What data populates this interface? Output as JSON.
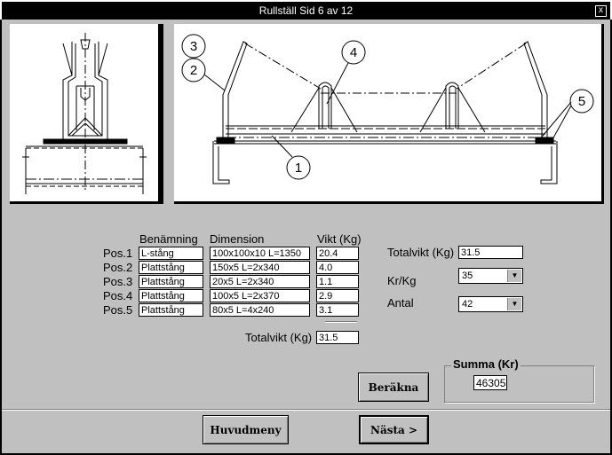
{
  "window": {
    "title": "Rullställ  Sid 6 av 12",
    "close_glyph": "x"
  },
  "headers": {
    "benamning": "Benämning",
    "dimension": "Dimension",
    "vikt": "Vikt (Kg)"
  },
  "rows": [
    {
      "pos": "Pos.1",
      "benamning": "L-stång",
      "dimension": "100x100x10 L=1350",
      "vikt": "20.4"
    },
    {
      "pos": "Pos.2",
      "benamning": "Plattstång",
      "dimension": "150x5 L=2x340",
      "vikt": "4.0"
    },
    {
      "pos": "Pos.3",
      "benamning": "Plattstång",
      "dimension": "20x5 L=2x340",
      "vikt": "1.1"
    },
    {
      "pos": "Pos.4",
      "benamning": "Plattstång",
      "dimension": "100x5 L=2x370",
      "vikt": "2.9"
    },
    {
      "pos": "Pos.5",
      "benamning": "Plattstång",
      "dimension": "80x5 L=4x240",
      "vikt": "3.1"
    }
  ],
  "totalvikt_bottom": {
    "label": "Totalvikt (Kg)",
    "value": "31.5"
  },
  "right": {
    "totalvikt_label": "Totalvikt (Kg)",
    "totalvikt_value": "31.5",
    "krkg_label": "Kr/Kg",
    "krkg_value": "35",
    "antal_label": "Antal",
    "antal_value": "42"
  },
  "summa": {
    "label": "Summa (Kr)",
    "value": "46305"
  },
  "buttons": {
    "berakna": "Beräkna",
    "huvudmeny": "Huvudmeny",
    "nasta": "Nästa >"
  },
  "drawing": {
    "callouts": [
      "1",
      "2",
      "3",
      "4",
      "5"
    ]
  }
}
